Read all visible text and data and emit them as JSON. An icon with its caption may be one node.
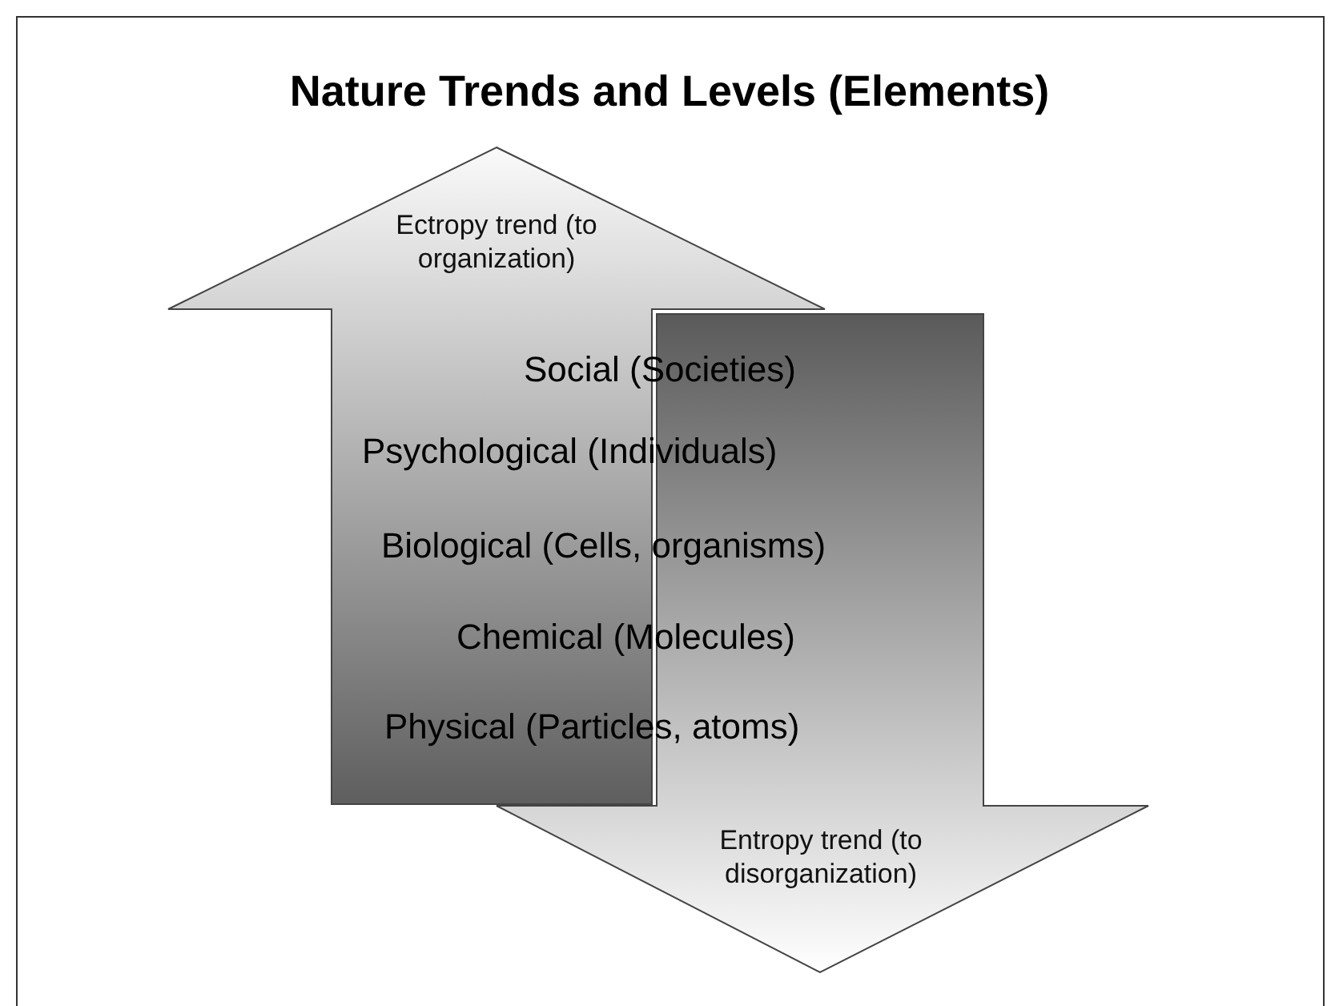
{
  "diagram": {
    "title": "Nature Trends and Levels (Elements)",
    "nodes": [
      {
        "text": [
          "Ectropy trend (to organization)"
        ]
      },
      {
        "text": [
          "Entropy trend (to disorganization)"
        ]
      }
    ],
    "edges": [],
    "labels": [
      "Social (Societies)",
      "Psychological (Individuals)",
      "Biological (Cells, organisms)",
      "Chemical (Molecules)",
      "Physical (Particles, atoms)"
    ]
  }
}
